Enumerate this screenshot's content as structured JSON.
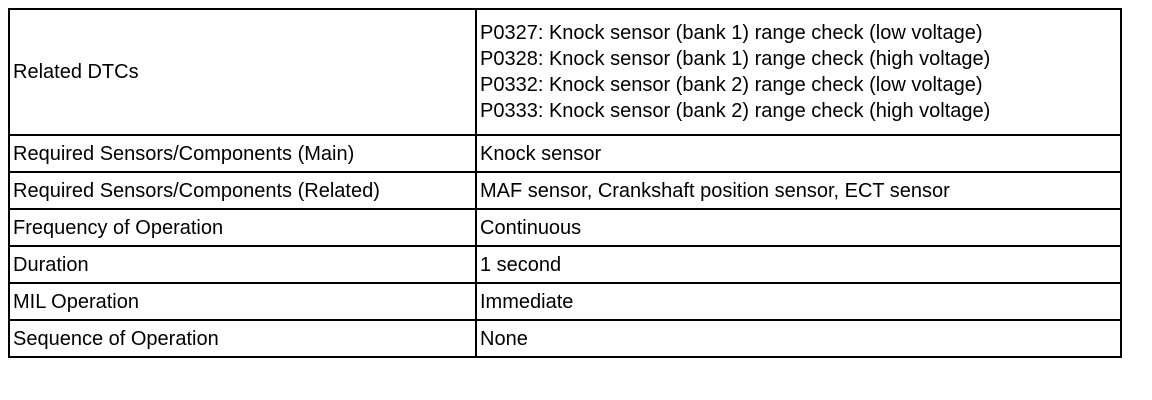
{
  "table": {
    "rows": [
      {
        "label": "Related DTCs",
        "values": [
          "P0327: Knock sensor (bank 1) range check (low voltage)",
          "P0328: Knock sensor (bank 1) range check (high voltage)",
          "P0332: Knock sensor (bank 2) range check (low voltage)",
          "P0333: Knock sensor (bank 2) range check (high voltage)"
        ]
      },
      {
        "label": "Required Sensors/Components (Main)",
        "value": "Knock sensor"
      },
      {
        "label": "Required Sensors/Components (Related)",
        "value": "MAF sensor, Crankshaft position sensor, ECT sensor"
      },
      {
        "label": "Frequency of Operation",
        "value": "Continuous"
      },
      {
        "label": "Duration",
        "value": "1 second"
      },
      {
        "label": "MIL Operation",
        "value": "Immediate"
      },
      {
        "label": "Sequence of Operation",
        "value": "None"
      }
    ]
  }
}
